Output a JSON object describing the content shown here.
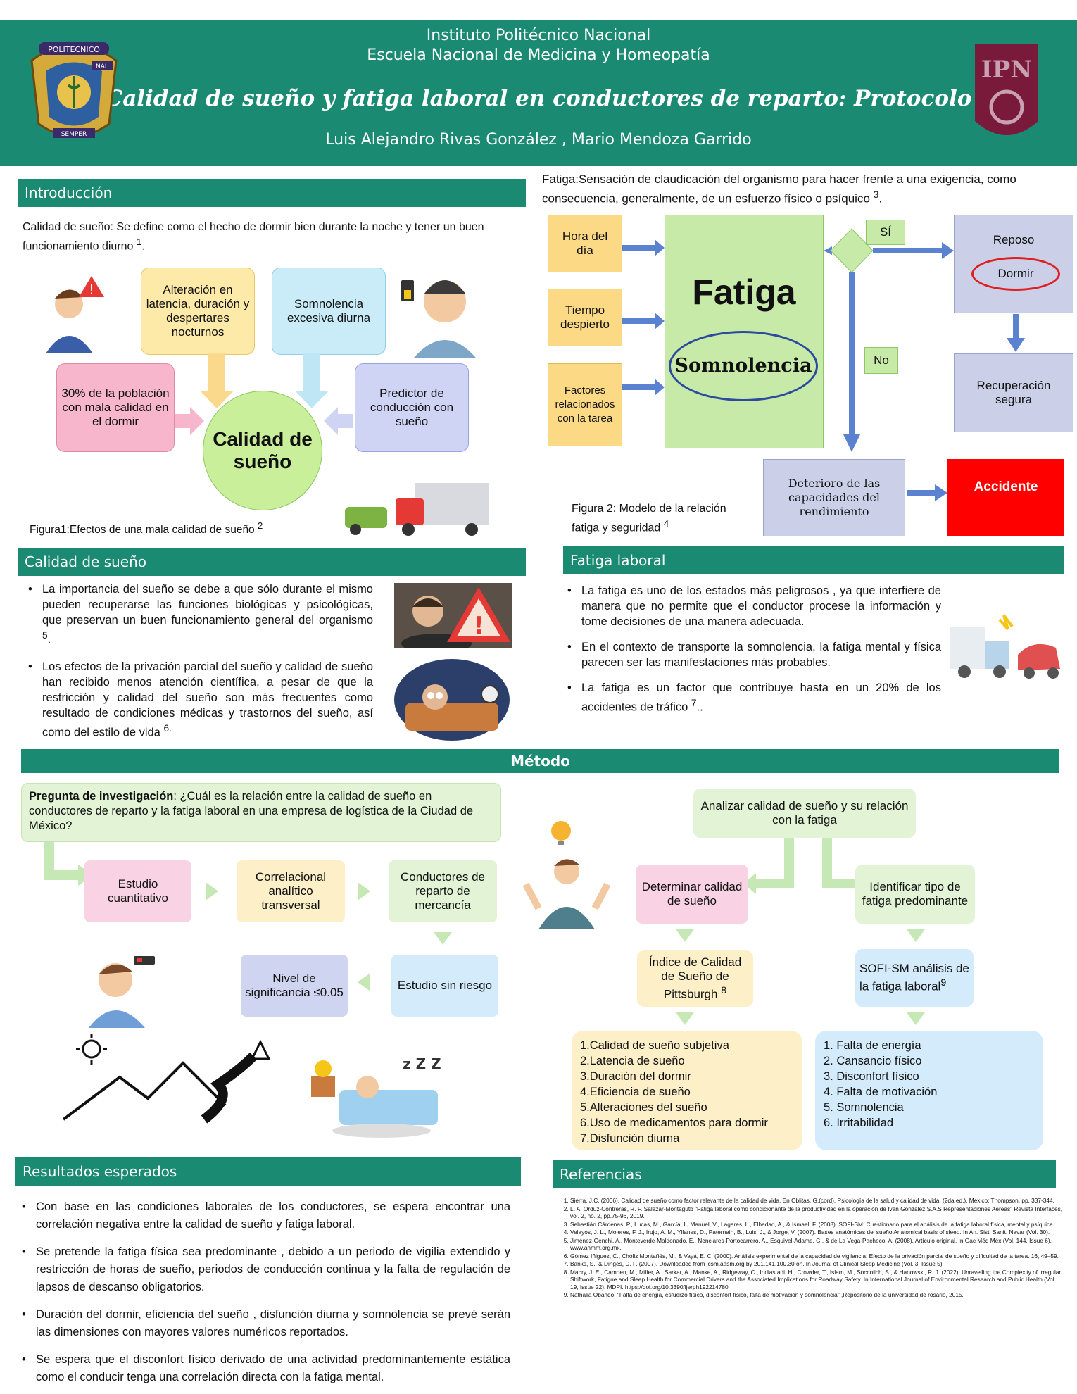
{
  "header": {
    "institute": "Instituto Politécnico Nacional",
    "school": "Escuela Nacional de Medicina y Homeopatía",
    "title": "Calidad de sueño y fatiga laboral en conductores de reparto: Protocolo",
    "authors": "Luis Alejandro Rivas González , Mario Mendoza Garrido",
    "logo_left_text": [
      "POLITECNICO",
      "NAL",
      "SEMPER"
    ],
    "logo_right_text": "IPN"
  },
  "colors": {
    "header": "#1a8a72",
    "accident": "#ff0000",
    "fatigue": "#c8eaa8",
    "somno_ellipse": "#2c4a9e"
  },
  "intro": {
    "heading": "Introducción",
    "definition": "Calidad de sueño: Se define como el hecho de dormir bien durante la noche y tener un buen funcionamiento diurno ",
    "definition_ref": "1",
    "figure1": {
      "center": "Calidad de sueño",
      "box1": "Alteración en latencia, duración y despertares nocturnos",
      "box2": "Somnolencia excesiva diurna",
      "box3": "30% de la población con mala calidad en el dormir",
      "box4": "Predictor de conducción con sueño",
      "caption": "Figura1:Efectos de una mala calidad de sueño ",
      "caption_ref": "2"
    }
  },
  "fatigue_def": {
    "text": "Fatiga:Sensación de claudicación del organismo para hacer frente a una exigencia, como consecuencia, generalmente, de un esfuerzo físico o psíquico ",
    "ref": "3"
  },
  "figure2": {
    "input1": "Hora del día",
    "input2": "Tiempo despierto",
    "input3": "Factores relacionados con la tarea",
    "fatigue": "Fatiga",
    "somnolence": "Somnolencia",
    "yes": "SÍ",
    "no": "No",
    "rest": "Reposo",
    "sleep": "Dormir",
    "recovery": "Recuperación segura",
    "deterioration": "Deterioro de las capacidades del rendimiento",
    "accident": "Accidente",
    "caption": "Figura 2: Modelo de la relación fatiga y seguridad ",
    "caption_ref": "4"
  },
  "sleep_quality": {
    "heading": "Calidad de sueño",
    "bullet1": "La importancia del sueño se debe a que sólo durante el mismo pueden recuperarse las funciones biológicas y psicológicas, que preservan un buen funcionamiento general del organismo ",
    "bullet1_ref": "5",
    "bullet2": "Los efectos de la privación parcial del sueño y calidad de sueño han recibido menos atención científica, a pesar de que la restricción y calidad del sueño son más frecuentes como resultado de condiciones médicas y trastornos del sueño, así como del estilo de vida ",
    "bullet2_ref": "6."
  },
  "work_fatigue": {
    "heading": "Fatiga laboral",
    "bullet1": "La fatiga es uno de los estados más peligrosos , ya que interfiere de manera que no permite que el conductor procese la información y tome decisiones de una manera adecuada.",
    "bullet2": "En el contexto de transporte la somnolencia, la fatiga mental y física parecen ser las manifestaciones más probables.",
    "bullet3": "La fatiga es un factor que contribuye hasta en un 20% de los accidentes de tráfico ",
    "bullet3_ref": "7",
    "bullet3_end": ".."
  },
  "method": {
    "heading": "Método",
    "question_label": "Pregunta de investigación",
    "question": ": ¿Cuál es la relación entre la calidad de sueño en conductores de reparto y la fatiga laboral en una empresa de logística de la Ciudad de México?",
    "step1": "Estudio cuantitativo",
    "step2": "Correlacional analítico transversal",
    "step3": "Conductores de reparto de mercancía",
    "step4": "Estudio sin riesgo",
    "step5": "Nivel de significancia ≤0.05",
    "objective": "Analizar calidad de sueño y su relación con la fatiga",
    "obj_left": "Determinar calidad de sueño",
    "obj_right": "Identificar tipo de fatiga predominante",
    "psqi": "Índice de Calidad de Sueño de Pittsburgh ",
    "psqi_ref": "8",
    "sofi": "SOFI-SM análisis de la fatiga laboral",
    "sofi_ref": "9",
    "psqi_items": [
      "Calidad de sueño subjetiva",
      "Latencia de sueño",
      "Duración del dormir",
      "Eficiencia de sueño",
      "Alteraciones del sueño",
      "Uso de medicamentos para dormir",
      "Disfunción diurna"
    ],
    "sofi_items": [
      "Falta de energía",
      "Cansancio físico",
      "Disconfort físico",
      "Falta de motivación",
      "Somnolencia",
      "Irritabilidad"
    ],
    "sleep_sounds": "z Z Z"
  },
  "results": {
    "heading": "Resultados esperados",
    "bullets": [
      "Con base en las condiciones laborales de los conductores, se espera encontrar una correlación negativa entre la calidad de sueño y fatiga laboral.",
      "Se pretende la fatiga física sea predominante , debido a un periodo de vigilia extendido y restricción de horas de sueño, periodos de conducción continua y la falta de regulación de lapsos de descanso obligatorios.",
      "Duración del dormir, eficiencia del sueño , disfunción diurna y somnolencia se prevé serán las dimensiones con mayores valores numéricos reportados.",
      "Se espera que el disconfort físico derivado de una actividad predominantemente estática como el conducir tenga una correlación directa con la fatiga mental."
    ]
  },
  "references": {
    "heading": "Referencias",
    "items": [
      "Sierra, J.C. (2006). Calidad de sueño como factor relevante de la calidad de vida. En Oblitas, G.(cord). Psicología de la salud y calidad de vida, (2da ed.). México: Thompson. pp. 337-344.",
      "L. A. Orduz-Contreras, R. F. Salazar-Montagutb \"Fatiga laboral como condicionante de la productividad en la operación de Iván González S.A.S Representaciones Aéreas\" Revista Interfaces, vol. 2, no. 2, pp.75-96, 2019.",
      "Sebastián Cárdenas, P., Lucas, M., García, I., Manuel, V., Lagares, L., Elhadad, A., & Ismael, F. (2008). SOFI-SM: Cuestionario para el análisis de la fatiga laboral física, mental y psíquica.",
      "Velayos, J. L., Moleres, F. J., Irujo, A. M., Yllanes, D., Paternain, B., Luis, J., & Jorge, V. (2007). Bases anatómicas del sueño Anatomical basis of sleep. In An. Sist. Sanit. Navar (Vol. 30).",
      "Jiménez-Genchi, A., Monteverde-Maldonado, E., Nenclares-Portocarrero, A., Esquivel-Adame, G., & de La Vega-Pacheco, A. (2008). Artículo original. In Gac Méd Méx (Vol. 144, Issue 6). www.anmm.org.mx.",
      "Gómez Iñiguez, C., Chóliz Montañés, M., & Vayá, E. C. (2000). Análisis experimental de la capacidad de vigilancia: Efecto de la privación parcial de sueño y dificultad de la tarea. 16, 49–59.",
      "Banks, S., & Dinges, D. F. (2007). Downloaded from jcsm.aasm.org by 201.141.100.30 on. In Journal of Clinical Sleep Medicine (Vol. 3, Issue 5).",
      "Mabry, J. E., Camden, M., Miller, A., Sarkar, A., Manke, A., Ridgeway, C., Iridiastadi, H., Crowder, T., Islam, M., Soccolich, S., & Hanowski, R. J. (2022). Unravelling the Complexity of Irregular Shiftwork, Fatigue and Sleep Health for Commercial Drivers and the Associated Implications for Roadway Safety. In International Journal of Environmental Research and Public Health (Vol. 19, Issue 22). MDPI. https://doi.org/10.3390/ijerph192214780",
      "Nathalia Obando, \"Falta de energía, esfuerzo físico, disconfort físico, falta de motivación y somnolencia\" ,Repositorio de la universidad de rosario, 2015."
    ]
  }
}
